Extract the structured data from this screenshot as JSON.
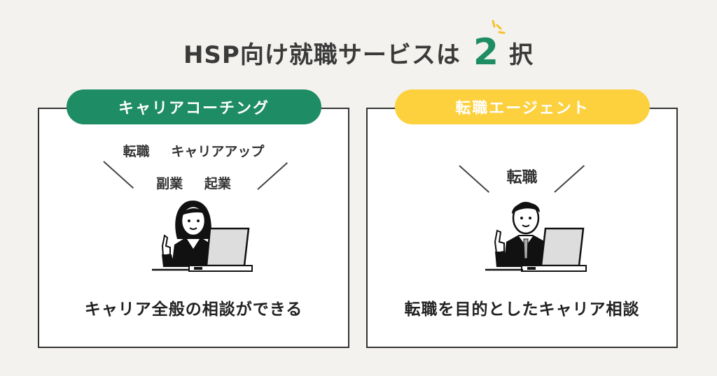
{
  "title": {
    "prefix": "HSP向け就職サービスは",
    "number": "2",
    "suffix": "択"
  },
  "colors": {
    "background": "#f3f2ee",
    "green": "#1e8c64",
    "yellow": "#fdd03d",
    "text": "#333333"
  },
  "cards": [
    {
      "label": "キャリアコーチング",
      "tags_row1": [
        "転職",
        "キャリアアップ"
      ],
      "tags_row2": [
        "副業",
        "起業"
      ],
      "illustration": "woman-at-laptop-icon",
      "description": "キャリア全般の相談ができる"
    },
    {
      "label": "転職エージェント",
      "tags_row1": [
        "転職"
      ],
      "illustration": "man-at-laptop-icon",
      "description": "転職を目的としたキャリア相談"
    }
  ]
}
